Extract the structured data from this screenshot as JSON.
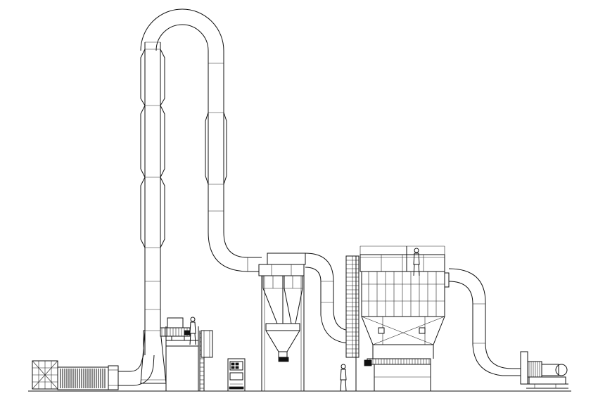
{
  "drawing": {
    "kind": "airflow drying line elevation",
    "line_color": "#111111",
    "background": "#ffffff",
    "components": [
      {
        "id": "air-inlet-filter",
        "icon": "louvered-air-filter"
      },
      {
        "id": "air-heater",
        "icon": "finned-heat-exchanger"
      },
      {
        "id": "drying-pipe",
        "icon": "vertical-u-duct"
      },
      {
        "id": "feeder-platform",
        "icon": "screw-feeder-on-platform"
      },
      {
        "id": "control-cabinet",
        "icon": "electrical-cabinet"
      },
      {
        "id": "cyclone-separator",
        "icon": "twin-cyclone"
      },
      {
        "id": "bag-filter",
        "icon": "pulse-bag-filter"
      },
      {
        "id": "induced-draft-fan",
        "icon": "centrifugal-fan"
      }
    ]
  }
}
